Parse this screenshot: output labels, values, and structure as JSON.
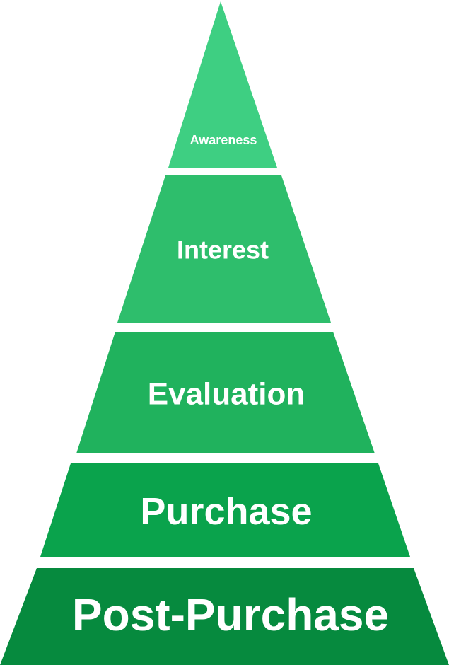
{
  "tiers": [
    {
      "label": "Awareness",
      "color": "#3ecf82"
    },
    {
      "label": "Interest",
      "color": "#2ebe6c"
    },
    {
      "label": "Evaluation",
      "color": "#20b25d"
    },
    {
      "label": "Purchase",
      "color": "#0aa34c"
    },
    {
      "label": "Post-Purchase",
      "color": "#068a3e"
    }
  ]
}
